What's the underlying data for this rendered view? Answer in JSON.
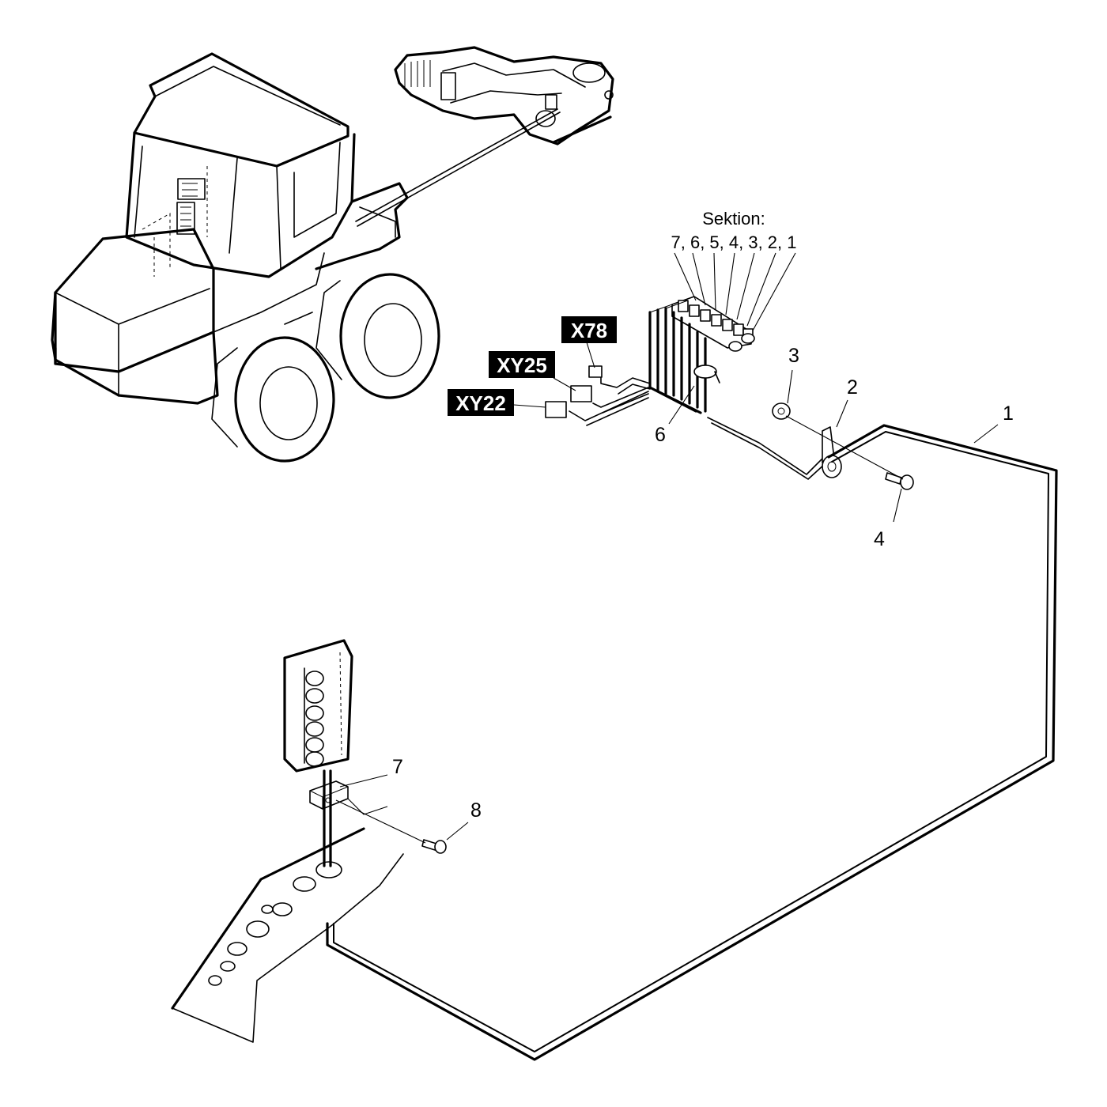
{
  "colors": {
    "line": "#000000",
    "background": "#ffffff",
    "tag_fill": "#000000",
    "tag_text": "#ffffff"
  },
  "section_header": {
    "title": "Sektion:",
    "numbers": "7, 6, 5, 4, 3, 2, 1"
  },
  "connector_tags": [
    "X78",
    "XY25",
    "XY22"
  ],
  "part_numbers": [
    "1",
    "2",
    "3",
    "4",
    "6",
    "7",
    "8"
  ]
}
